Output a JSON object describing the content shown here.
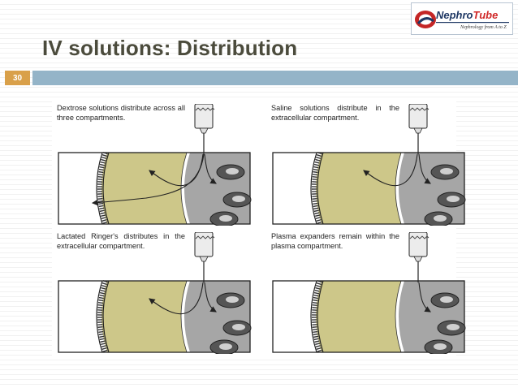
{
  "slide": {
    "title": "IV solutions: Distribution",
    "number": "30"
  },
  "logo": {
    "name_main": "Nephro",
    "name_accent": "Tube",
    "tagline": "Nephrology from A to Z"
  },
  "panels": [
    {
      "caption": "Dextrose solutions distribute across all three compartments."
    },
    {
      "caption": "Saline solutions distribute in the extracellular compartment."
    },
    {
      "caption": "Lactated Ringer's distributes in the extracellular compartment."
    },
    {
      "caption": "Plasma expanders remain within the plasma compartment."
    }
  ],
  "colors": {
    "title": "#4b4b3c",
    "slide_number_box": "#d9a04a",
    "title_bar": "#94b4c8",
    "interstitial": "#cdc789",
    "vascular": "#a6a6a6",
    "logo_text": "#1f3864",
    "logo_accent": "#d02828"
  },
  "icons": [
    "iv-bag-icon",
    "red-blood-cell-icon",
    "flow-arrow-icon",
    "nephrotube-logo-icon"
  ]
}
